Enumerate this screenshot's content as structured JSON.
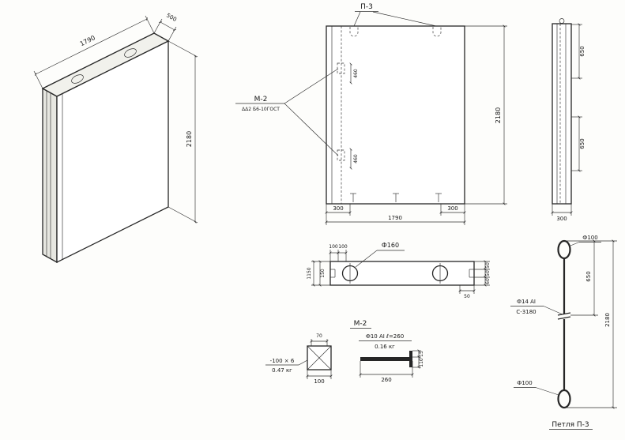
{
  "views": {
    "iso": {
      "dim_width": "1790",
      "dim_depth": "500",
      "dim_height": "2180"
    },
    "front": {
      "loop_callout": "П-3",
      "anchor_callout": "М-2",
      "anchor_spec": "ΔΔ2 Б6-10ГОСТ",
      "dim_embed_top": "460",
      "dim_embed_bottom": "460",
      "dim_height": "2180",
      "dim_left": "300",
      "dim_width": "1790",
      "dim_right": "300"
    },
    "side": {
      "dim_top": "650",
      "dim_mid": "650",
      "dim_bottom": "300"
    },
    "section": {
      "hole_callout": "Ф160",
      "dim_100_a": "100",
      "dim_100_b": "100",
      "dim_1150": "1150",
      "dim_150": "150",
      "dim_r1": "50",
      "dim_r2": "50",
      "dim_r3": "60",
      "dim_b": "50"
    },
    "m2": {
      "title": "М-2",
      "plate_size": "-100 × 6",
      "plate_weight": "0.47 кг",
      "dim_top": "70",
      "dim_bottom": "100",
      "rod_spec": "Ф10 АI ℓ=260",
      "rod_weight": "0.16 кг",
      "dim_length": "260",
      "dim_r1": "15",
      "dim_r2": "110"
    },
    "p3": {
      "title": "Петля П-3",
      "dia_top": "Ф100",
      "dia_bottom": "Ф100",
      "dim_upper": "650",
      "dim_total": "2180",
      "rod_spec": "Ф14 АI",
      "rod_series": "С-3180"
    }
  }
}
